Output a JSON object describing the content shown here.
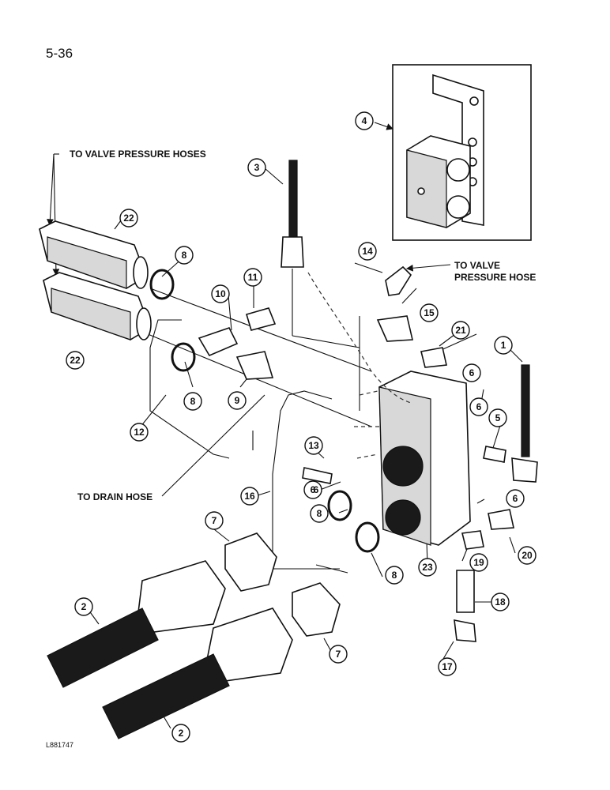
{
  "page": {
    "number": "5-36",
    "figure_code": "L881747"
  },
  "labels": {
    "to_valve_pressure_hoses": "TO VALVE PRESSURE HOSES",
    "to_valve_pressure_hose_line1": "TO VALVE",
    "to_valve_pressure_hose_line2": "PRESSURE HOSE",
    "to_drain_hose": "TO DRAIN HOSE"
  },
  "callouts": [
    "1",
    "2",
    "2",
    "3",
    "4",
    "5",
    "6",
    "6",
    "6",
    "6",
    "6",
    "7",
    "7",
    "8",
    "8",
    "8",
    "8",
    "9",
    "10",
    "11",
    "12",
    "13",
    "14",
    "15",
    "16",
    "17",
    "18",
    "19",
    "20",
    "21",
    "22",
    "22",
    "23"
  ]
}
